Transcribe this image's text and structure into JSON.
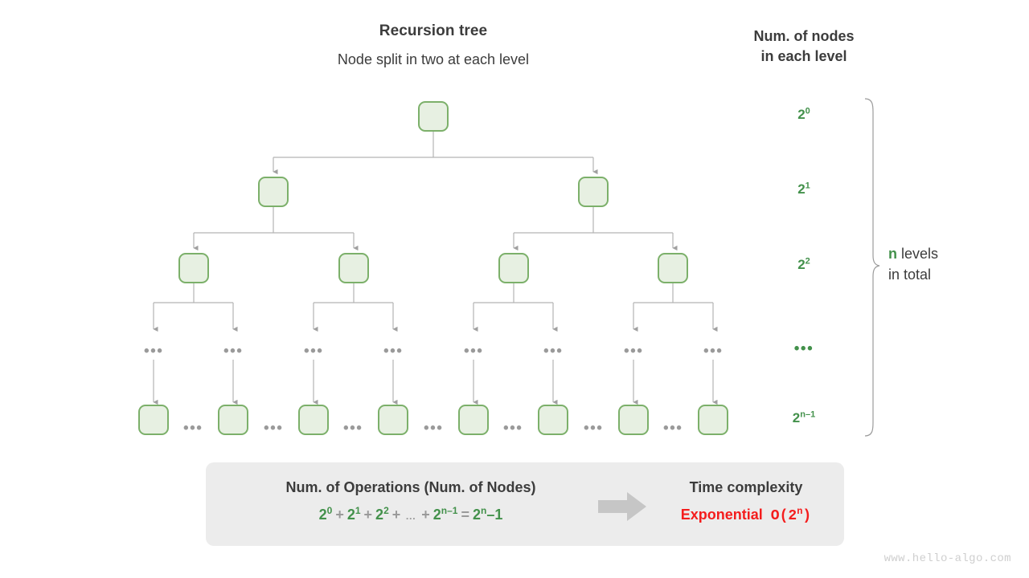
{
  "titles": {
    "tree_title": "Recursion tree",
    "tree_subtitle": "Node split in two at each level",
    "count_title_line1": "Num. of nodes",
    "count_title_line2": "in each level"
  },
  "tree": {
    "node_fill": "#e7f0e2",
    "node_border": "#7cb06a",
    "connector_color": "#a8a8a8",
    "levels": [
      {
        "index": 0,
        "node_count": 1,
        "count_label_base": "2",
        "count_label_exp": "0"
      },
      {
        "index": 1,
        "node_count": 2,
        "count_label_base": "2",
        "count_label_exp": "1"
      },
      {
        "index": 2,
        "node_count": 4,
        "count_label_base": "2",
        "count_label_exp": "2"
      },
      {
        "index": 3,
        "node_count": 8,
        "count_label_base": "…",
        "count_label_exp": ""
      },
      {
        "index": 4,
        "node_count": 8,
        "count_label_base": "2",
        "count_label_exp": "n–1"
      }
    ],
    "ellipsis": "•••"
  },
  "brace": {
    "highlight": "n",
    "line1_rest": " levels",
    "line2": "in total",
    "highlight_color": "#43914b"
  },
  "summary": {
    "operations_title": "Num. of Operations (Num. of Nodes)",
    "formula": {
      "terms": [
        {
          "base": "2",
          "exp": "0"
        },
        {
          "base": "2",
          "exp": "1"
        },
        {
          "base": "2",
          "exp": "2"
        }
      ],
      "plus": "+",
      "mid_dots": "…",
      "last_term": {
        "base": "2",
        "exp": "n–1"
      },
      "equals": "=",
      "result": {
        "base": "2",
        "exp": "n",
        "suffix": "–1"
      }
    },
    "complexity_title": "Time complexity",
    "complexity_word": "Exponential",
    "complexity_bigo_prefix": "O(2",
    "complexity_bigo_exp": "n",
    "complexity_bigo_suffix": ")",
    "arrow_icon": "right-arrow-icon",
    "accent_green": "#43914b",
    "accent_red": "#f41d1d",
    "box_bg": "#ececec"
  },
  "watermark": "www.hello-algo.com"
}
